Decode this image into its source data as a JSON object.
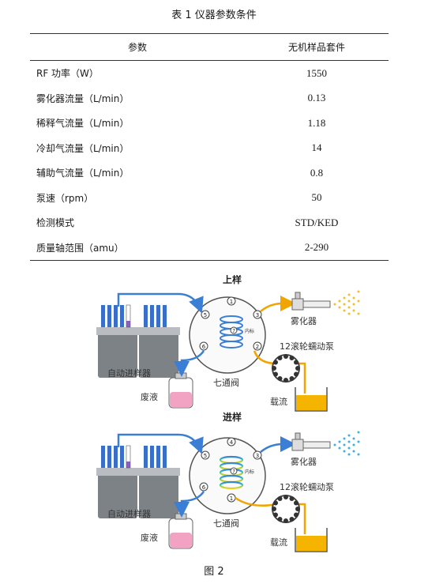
{
  "table": {
    "caption": "表 1 仪器参数条件",
    "headers": [
      "参数",
      "无机样品套件"
    ],
    "rows": [
      {
        "param": "RF 功率（W）",
        "value": "1550"
      },
      {
        "param": "雾化器流量（L/min）",
        "value": "0.13"
      },
      {
        "param": "稀释气流量（L/min）",
        "value": "1.18"
      },
      {
        "param": "冷却气流量（L/min）",
        "value": "14"
      },
      {
        "param": "辅助气流量（L/min）",
        "value": "0.8"
      },
      {
        "param": "泵速（rpm）",
        "value": "50"
      },
      {
        "param": "检测模式",
        "value": "STD/KED"
      },
      {
        "param": "质量轴范围（amu）",
        "value": "2-290"
      }
    ]
  },
  "figure": {
    "caption": "图 2",
    "top": {
      "title": "上样",
      "autosampler": "自动进样器",
      "waste": "废液",
      "valve": "七通阀",
      "nebulizer": "雾化器",
      "pump": "12滚轮蠕动泵",
      "carrier": "载流",
      "loop_label": "内标",
      "ports": [
        "1",
        "5",
        "3",
        "6",
        "2",
        "7"
      ]
    },
    "bottom": {
      "title": "进样",
      "autosampler": "自动进样器",
      "waste": "废液",
      "valve": "七通阀",
      "nebulizer": "雾化器",
      "pump": "12滚轮蠕动泵",
      "carrier": "载流",
      "loop_label": "内标",
      "ports": [
        "4",
        "5",
        "3",
        "6",
        "1",
        "7"
      ]
    },
    "colors": {
      "sample_line": "#3a7fd5",
      "carrier_line": "#f0a500",
      "waste_fill": "#f2a3c4",
      "carrier_fill": "#f4b400",
      "spray_top": "#f0c030",
      "spray_bottom": "#44aee0"
    }
  }
}
